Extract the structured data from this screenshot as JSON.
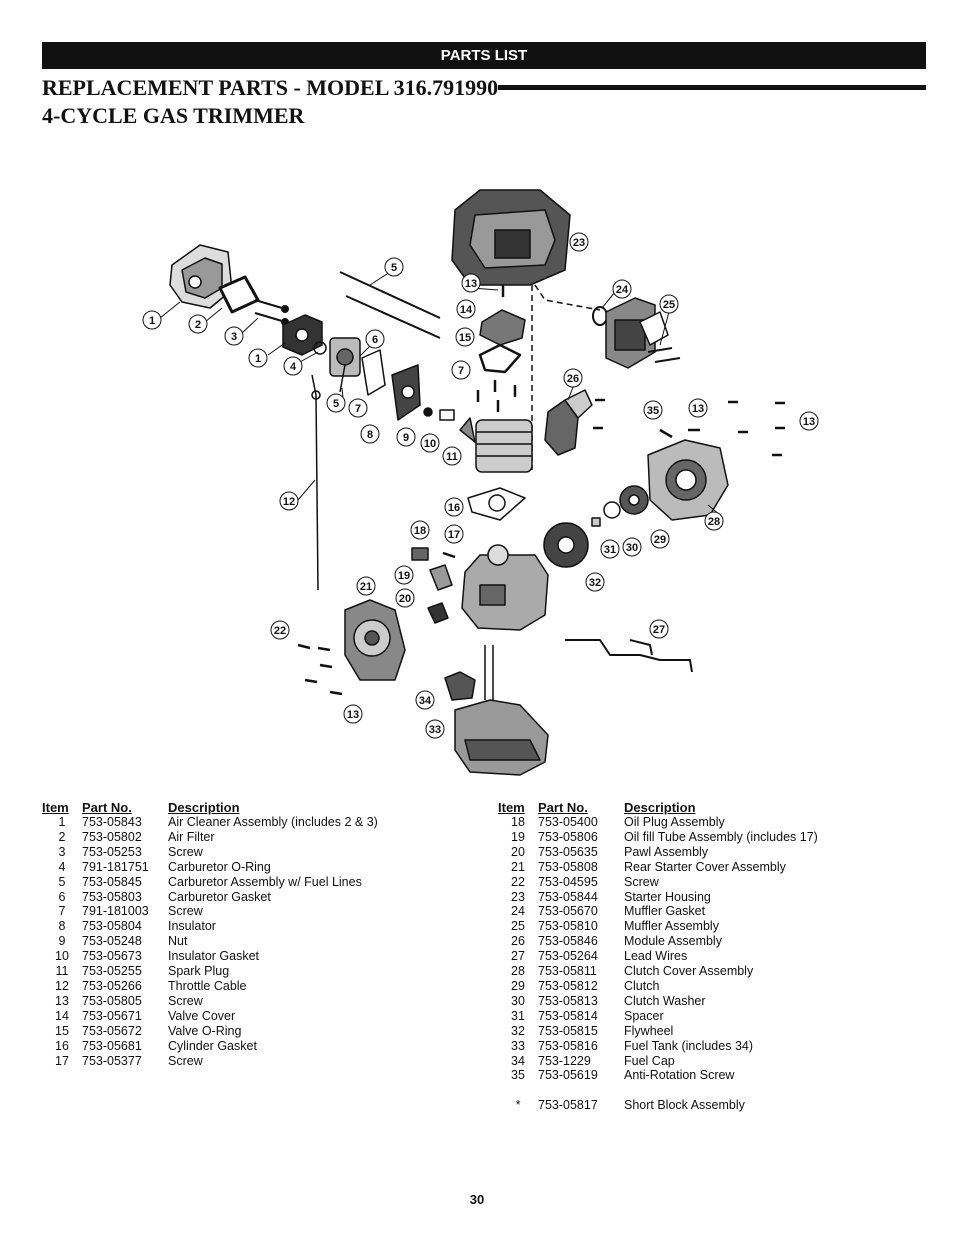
{
  "header": {
    "section_label": "PARTS LIST"
  },
  "title": {
    "line1": "REPLACEMENT PARTS - MODEL 316.791990",
    "line2": "4-CYCLE GAS TRIMMER"
  },
  "diagram": {
    "callouts": [
      "1",
      "2",
      "3",
      "1",
      "4",
      "5",
      "6",
      "5",
      "7",
      "8",
      "9",
      "10",
      "7",
      "11",
      "12",
      "13",
      "14",
      "15",
      "16",
      "17",
      "18",
      "19",
      "20",
      "21",
      "22",
      "13",
      "23",
      "24",
      "25",
      "26",
      "35",
      "13",
      "13",
      "28",
      "29",
      "30",
      "31",
      "32",
      "27",
      "34",
      "33"
    ]
  },
  "table": {
    "headers": {
      "item": "Item",
      "part_no": "Part No.",
      "description": "Description"
    },
    "left_rows": [
      {
        "item": "1",
        "part": "753-05843",
        "desc": "Air Cleaner Assembly (includes 2 & 3)"
      },
      {
        "item": "2",
        "part": "753-05802",
        "desc": "Air Filter"
      },
      {
        "item": "3",
        "part": "753-05253",
        "desc": "Screw"
      },
      {
        "item": "4",
        "part": "791-181751",
        "desc": "Carburetor O-Ring"
      },
      {
        "item": "5",
        "part": "753-05845",
        "desc": "Carburetor Assembly w/ Fuel Lines"
      },
      {
        "item": "6",
        "part": "753-05803",
        "desc": "Carburetor Gasket"
      },
      {
        "item": "7",
        "part": "791-181003",
        "desc": "Screw"
      },
      {
        "item": "8",
        "part": "753-05804",
        "desc": "Insulator"
      },
      {
        "item": "9",
        "part": "753-05248",
        "desc": "Nut"
      },
      {
        "item": "10",
        "part": "753-05673",
        "desc": "Insulator Gasket"
      },
      {
        "item": "11",
        "part": "753-05255",
        "desc": "Spark Plug"
      },
      {
        "item": "12",
        "part": "753-05266",
        "desc": "Throttle Cable"
      },
      {
        "item": "13",
        "part": "753-05805",
        "desc": "Screw"
      },
      {
        "item": "14",
        "part": "753-05671",
        "desc": "Valve Cover"
      },
      {
        "item": "15",
        "part": "753-05672",
        "desc": "Valve O-Ring"
      },
      {
        "item": "16",
        "part": "753-05681",
        "desc": "Cylinder Gasket"
      },
      {
        "item": "17",
        "part": "753-05377",
        "desc": "Screw"
      }
    ],
    "right_rows": [
      {
        "item": "18",
        "part": "753-05400",
        "desc": "Oil Plug Assembly"
      },
      {
        "item": "19",
        "part": "753-05806",
        "desc": "Oil fill Tube Assembly (includes 17)"
      },
      {
        "item": "20",
        "part": "753-05635",
        "desc": "Pawl Assembly"
      },
      {
        "item": "21",
        "part": "753-05808",
        "desc": "Rear Starter Cover Assembly"
      },
      {
        "item": "22",
        "part": "753-04595",
        "desc": "Screw"
      },
      {
        "item": "23",
        "part": "753-05844",
        "desc": "Starter Housing"
      },
      {
        "item": "24",
        "part": "753-05670",
        "desc": "Muffler Gasket"
      },
      {
        "item": "25",
        "part": "753-05810",
        "desc": "Muffler Assembly"
      },
      {
        "item": "26",
        "part": "753-05846",
        "desc": "Module Assembly"
      },
      {
        "item": "27",
        "part": "753-05264",
        "desc": "Lead Wires"
      },
      {
        "item": "28",
        "part": "753-05811",
        "desc": "Clutch Cover Assembly"
      },
      {
        "item": "29",
        "part": "753-05812",
        "desc": "Clutch"
      },
      {
        "item": "30",
        "part": "753-05813",
        "desc": "Clutch Washer"
      },
      {
        "item": "31",
        "part": "753-05814",
        "desc": "Spacer"
      },
      {
        "item": "32",
        "part": "753-05815",
        "desc": "Flywheel"
      },
      {
        "item": "33",
        "part": "753-05816",
        "desc": "Fuel Tank (includes 34)"
      },
      {
        "item": "34",
        "part": "753-1229",
        "desc": "Fuel Cap"
      },
      {
        "item": "35",
        "part": "753-05619",
        "desc": "Anti-Rotation Screw"
      },
      {
        "item": "",
        "part": "",
        "desc": ""
      },
      {
        "item": "*",
        "part": "753-05817",
        "desc": "Short Block Assembly"
      }
    ]
  },
  "footer": {
    "page_number": "30"
  }
}
